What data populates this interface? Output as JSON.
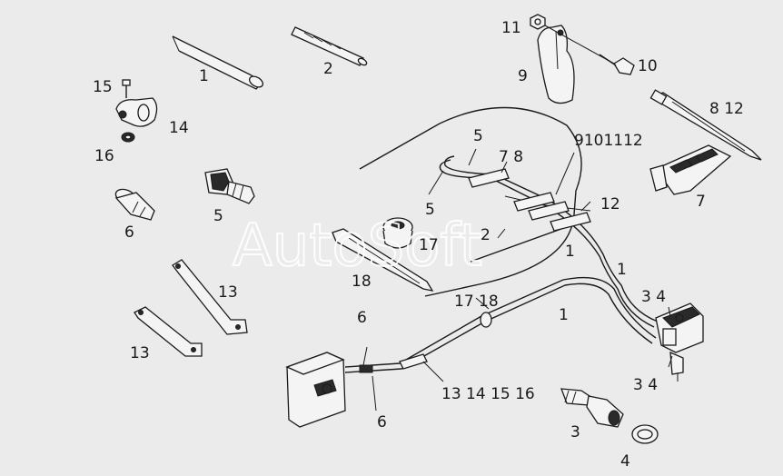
{
  "watermark": "AutoSoft",
  "callouts": [
    {
      "id": "c1",
      "text": "1"
    },
    {
      "id": "c2",
      "text": "2"
    },
    {
      "id": "c3",
      "text": "3"
    },
    {
      "id": "c4",
      "text": "4"
    },
    {
      "id": "c5a",
      "text": "5"
    },
    {
      "id": "c5b",
      "text": "5"
    },
    {
      "id": "c5c",
      "text": "5"
    },
    {
      "id": "c6a",
      "text": "6"
    },
    {
      "id": "c6b",
      "text": "6"
    },
    {
      "id": "c6c",
      "text": "6"
    },
    {
      "id": "c7a",
      "text": "7"
    },
    {
      "id": "c7b",
      "text": "7 8"
    },
    {
      "id": "c812",
      "text": "8 12"
    },
    {
      "id": "c9",
      "text": "9"
    },
    {
      "id": "c9101112",
      "text": "9101112"
    },
    {
      "id": "c10",
      "text": "10"
    },
    {
      "id": "c11",
      "text": "11"
    },
    {
      "id": "c12",
      "text": "12"
    },
    {
      "id": "c13a",
      "text": "13"
    },
    {
      "id": "c13b",
      "text": "13"
    },
    {
      "id": "c13141516",
      "text": "13 14 15 16"
    },
    {
      "id": "c14",
      "text": "14"
    },
    {
      "id": "c15",
      "text": "15"
    },
    {
      "id": "c16",
      "text": "16"
    },
    {
      "id": "c17",
      "text": "17"
    },
    {
      "id": "c1718",
      "text": "17 18"
    },
    {
      "id": "c18",
      "text": "18"
    },
    {
      "id": "c2b",
      "text": "2"
    },
    {
      "id": "c1b",
      "text": "1"
    },
    {
      "id": "c1c",
      "text": "1"
    },
    {
      "id": "c1d",
      "text": "1"
    },
    {
      "id": "c34a",
      "text": "3 4"
    },
    {
      "id": "c34b",
      "text": "3 4"
    }
  ]
}
